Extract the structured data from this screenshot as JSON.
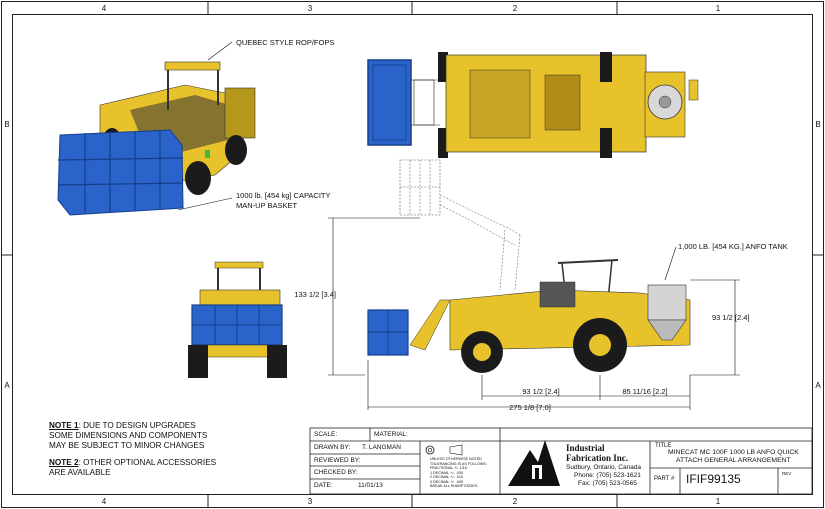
{
  "zones": {
    "top": [
      "4",
      "3",
      "2",
      "1"
    ],
    "bottom": [
      "4",
      "3",
      "2",
      "1"
    ],
    "left": [
      "B",
      "A"
    ],
    "right": [
      "B",
      "A"
    ]
  },
  "callouts": {
    "rops": "QUEBEC STYLE ROP/FOPS",
    "basket_line1": "1000 lb. [454 kg] CAPACITY",
    "basket_line2": "MAN-UP BASKET",
    "anfo_tank": "1,000 LB. [454 KG.] ANFO TANK"
  },
  "dimensions": {
    "height": "133 1/2 [3.4]",
    "width_right": "93 1/2 [2.4]",
    "wheelbase": "93 1/2 [2.4]",
    "rear_overhang": "85 11/16 [2.2]",
    "overall_length": "275 1/8 [7.0]"
  },
  "notes": {
    "note1_label": "NOTE 1",
    "note1_l1": ": DUE TO DESIGN UPGRADES",
    "note1_l2": "SOME DIMENSIONS AND COMPONENTS",
    "note1_l3": "MAY BE SUBJECT TO MINOR CHANGES",
    "note2_label": "NOTE 2",
    "note2_l1": ": OTHER OPTIONAL ACCESSORIES",
    "note2_l2": "ARE AVAILABLE"
  },
  "title_block": {
    "scale_label": "SCALE:",
    "material_label": "MATERIAL:",
    "drawn_by_label": "DRAWN BY:",
    "drawn_by": "T. LANGMAN",
    "reviewed_by_label": "REVIEWED BY:",
    "checked_by_label": "CHECKED BY:",
    "date_label": "DATE:",
    "date": "11/01/13",
    "tolerance_lines": [
      "UNLESS OTHERWISE NOTED",
      "TOLERANCING IS AS FOLLOWS:",
      "FRACTIONAL +/- 1/16",
      "1 DECIMAL +/- .030",
      "2 DECIMAL +/- .010",
      "3 DECIMAL +/- .005",
      "BREAK ALL SHARP EDGES"
    ],
    "company_line1": "Industrial",
    "company_line2": "Fabrication Inc.",
    "city": "Sudbury, Ontario, Canada",
    "phone": "Phone: (705) 523-1621",
    "fax": "Fax: (705) 523-0565",
    "title_label": "TITLE",
    "title_l1": "MINECAT MC 100F 1000 LB ANFO QUICK",
    "title_l2": "ATTACH GENERAL ARRANGEMENT",
    "part_label": "PART #",
    "part_number": "IFIF99135",
    "rev_label": "REV"
  },
  "colors": {
    "machine_yellow": "#e8c22a",
    "machine_shadow": "#a8871a",
    "basket_blue": "#2a63c9",
    "basket_dark": "#153f8c",
    "tire": "#1b1b1b",
    "line": "#111111"
  }
}
